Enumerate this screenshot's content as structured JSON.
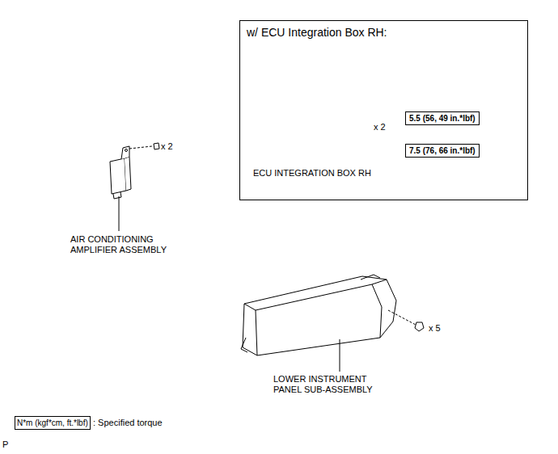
{
  "diagram": {
    "nodes": [
      {
        "text": [
          "w/ ECU Integration Box RH:"
        ]
      },
      {
        "text": [
          "5.5 (56, 49 in.*lbf)"
        ],
        "in": 0
      },
      {
        "text": [
          "7.5 (76, 66 in.*lbf)"
        ],
        "in": 0
      },
      {
        "text": [
          "N*m (kgf*cm, ft.*lbf)"
        ]
      }
    ],
    "labels": [
      "x 2",
      "AIR CONDITIONING AMPLIFIER ASSEMBLY",
      "x 2",
      "ECU INTEGRATION BOX RH",
      "x 5",
      "LOWER INSTRUMENT PANEL SUB-ASSEMBLY",
      ": Specified torque",
      "P"
    ]
  }
}
